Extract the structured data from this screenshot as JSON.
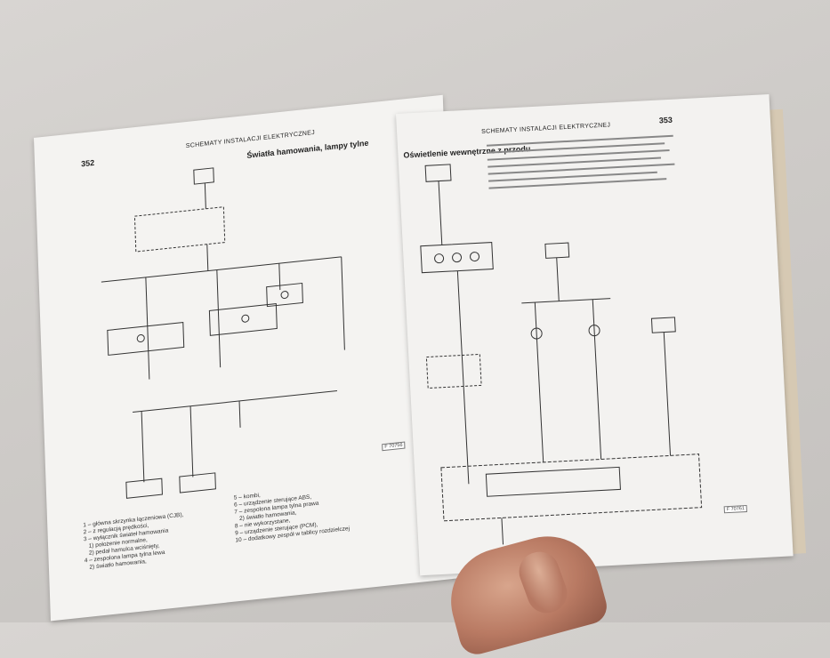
{
  "left_page": {
    "header": "SCHEMATY INSTALACJI ELEKTRYCZNEJ",
    "page_number": "352",
    "title": "Światła hamowania, lampy tylne",
    "figure_code": "F 70756",
    "legend_left": "1 – główna skrzynka łączeniowa (CJB),\n2 – z regulacją prędkości,\n3 – wyłącznik świateł hamowania\n   1) położenie normalne,\n   2) pedał hamulca wciśnięty,\n4 – zespolona lampa tylna lewa\n   2) światło hamowania,",
    "legend_right": "5 – kombi,\n6 – urządzenie sterujące ABS,\n7 – zespolona lampa tylna prawa\n   2) światło hamowania,\n8 – nie wykorzystane,\n9 – urządzenie sterujące (PCM),\n10 – dodatkowy zespół w tablicy rozdzielczej"
  },
  "right_page": {
    "header": "SCHEMATY INSTALACJI ELEKTRYCZNEJ",
    "page_number": "353",
    "title": "Oświetlenie wewnętrzne z przodu",
    "figure_code": "F 70761"
  },
  "colors": {
    "paper": "#f4f3f1",
    "ink": "#222222",
    "background": "#cfccc9"
  }
}
